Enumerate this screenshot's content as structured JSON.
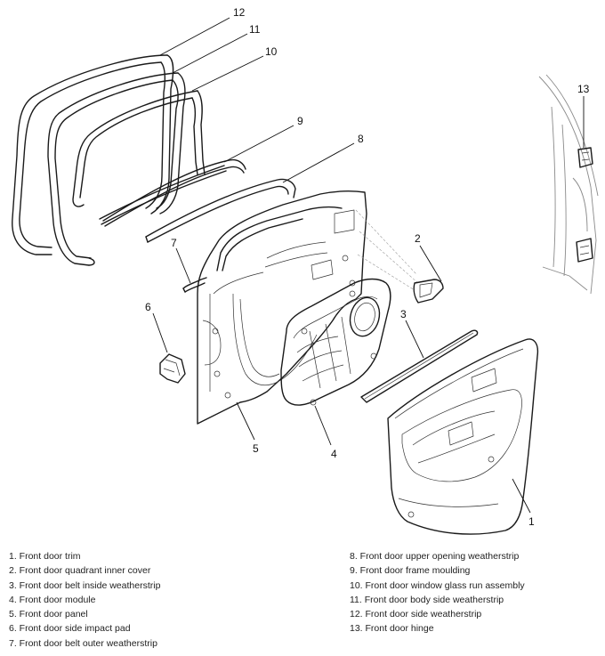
{
  "callouts": {
    "c1": "1",
    "c2": "2",
    "c3": "3",
    "c4": "4",
    "c5": "5",
    "c6": "6",
    "c7": "7",
    "c8": "8",
    "c9": "9",
    "c10": "10",
    "c11": "11",
    "c12": "12",
    "c13": "13"
  },
  "legend": {
    "left": [
      "1. Front door trim",
      "2. Front door quadrant inner cover",
      "3. Front door belt inside weatherstrip",
      "4. Front door module",
      "5. Front door panel",
      "6. Front door side impact pad",
      "7. Front door belt outer weatherstrip"
    ],
    "right": [
      "8. Front door upper opening weatherstrip",
      "9. Front door frame moulding",
      "10. Front door window glass run assembly",
      "11. Front door body side weatherstrip",
      "12. Front door side weatherstrip",
      "13. Front door hinge"
    ]
  }
}
